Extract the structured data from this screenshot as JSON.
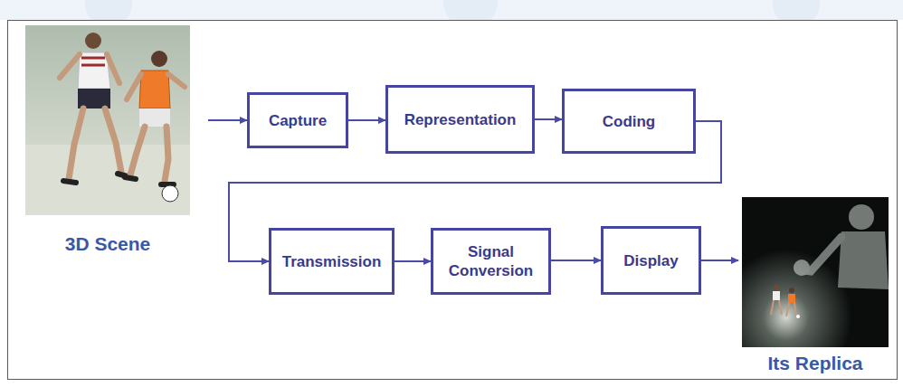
{
  "diagram": {
    "nodes": [
      {
        "text": [
          "3D Scene"
        ]
      },
      {
        "text": [
          "Capture"
        ]
      },
      {
        "text": [
          "Representation"
        ]
      },
      {
        "text": [
          "Coding"
        ]
      },
      {
        "text": [
          "Transmission"
        ]
      },
      {
        "text": [
          "Signal Conversion"
        ]
      },
      {
        "text": [
          "Display"
        ]
      },
      {
        "text": [
          "Its Replica"
        ]
      }
    ],
    "edges": [
      {
        "from": 0,
        "to": 1,
        "arrow": "to"
      },
      {
        "from": 1,
        "to": 2,
        "arrow": "to"
      },
      {
        "from": 2,
        "to": 3,
        "arrow": "to"
      },
      {
        "from": 3,
        "to": 4,
        "arrow": "to"
      },
      {
        "from": 4,
        "to": 5,
        "arrow": "to"
      },
      {
        "from": 5,
        "to": 6,
        "arrow": "to"
      },
      {
        "from": 6,
        "to": 7,
        "arrow": "to"
      }
    ]
  }
}
